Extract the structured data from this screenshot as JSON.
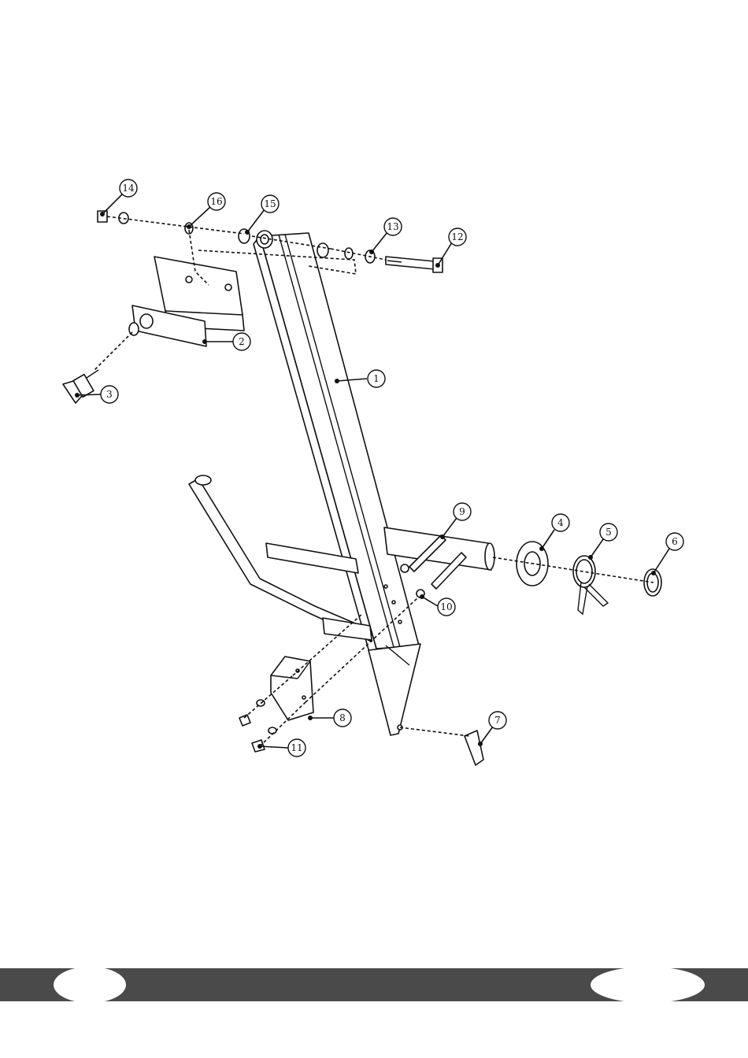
{
  "diagram": {
    "callouts": [
      {
        "label": "1"
      },
      {
        "label": "2"
      },
      {
        "label": "3"
      },
      {
        "label": "4"
      },
      {
        "label": "5"
      },
      {
        "label": "6"
      },
      {
        "label": "7"
      },
      {
        "label": "8"
      },
      {
        "label": "9"
      },
      {
        "label": "10"
      },
      {
        "label": "11"
      },
      {
        "label": "12"
      },
      {
        "label": "13"
      },
      {
        "label": "14"
      },
      {
        "label": "15"
      },
      {
        "label": "16"
      }
    ]
  },
  "footer": {
    "bar_color": "#4a4a4a"
  }
}
